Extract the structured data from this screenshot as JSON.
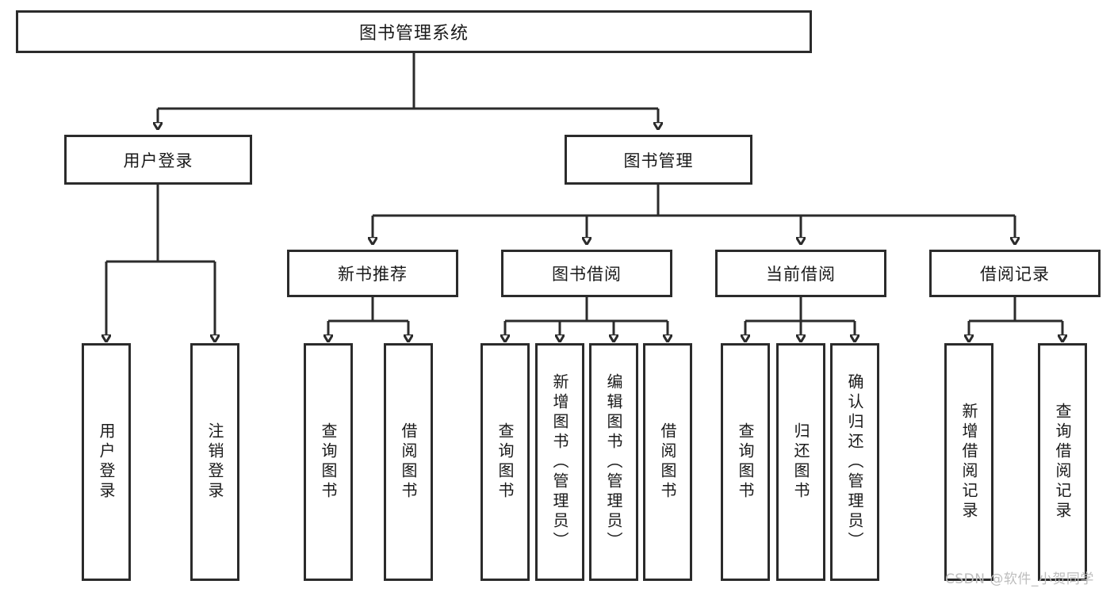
{
  "diagram": {
    "title": "图书管理系统",
    "type": "function-structure-tree",
    "levels": 4,
    "watermark": "CSDN @软件_小贺同学",
    "colors": {
      "stroke": "#2b2b2b",
      "box_fill": "#ffffff",
      "text": "#1a1a1a",
      "watermark": "#bdbdbd",
      "canvas": "#ffffff"
    },
    "nodes": {
      "root": {
        "label": "图书管理系统"
      },
      "level2": [
        {
          "id": "user-login",
          "label": "用户登录"
        },
        {
          "id": "book-manage",
          "label": "图书管理"
        }
      ],
      "level3": [
        {
          "id": "new-book-recommend",
          "label": "新书推荐"
        },
        {
          "id": "book-borrow",
          "label": "图书借阅"
        },
        {
          "id": "current-borrow",
          "label": "当前借阅"
        },
        {
          "id": "borrow-record",
          "label": "借阅记录"
        }
      ],
      "leaves": {
        "user_login": [
          {
            "id": "leaf-user-login",
            "label": "用户登录"
          },
          {
            "id": "leaf-logout-login",
            "label": "注销登录"
          }
        ],
        "new_book_recommend": [
          {
            "id": "leaf-query-book-1",
            "label": "查询图书"
          },
          {
            "id": "leaf-borrow-book-1",
            "label": "借阅图书"
          }
        ],
        "book_borrow": [
          {
            "id": "leaf-query-book-2",
            "label": "查询图书"
          },
          {
            "id": "leaf-add-book",
            "label": "新增图书（管理员）"
          },
          {
            "id": "leaf-edit-book",
            "label": "编辑图书（管理员）"
          },
          {
            "id": "leaf-borrow-book-2",
            "label": "借阅图书"
          }
        ],
        "current_borrow": [
          {
            "id": "leaf-query-book-3",
            "label": "查询图书"
          },
          {
            "id": "leaf-return-book",
            "label": "归还图书"
          },
          {
            "id": "leaf-confirm-return",
            "label": "确认归还（管理员）"
          }
        ],
        "borrow_record": [
          {
            "id": "leaf-add-record",
            "label": "新增借阅记录"
          },
          {
            "id": "leaf-query-record",
            "label": "查询借阅记录"
          }
        ]
      }
    }
  }
}
